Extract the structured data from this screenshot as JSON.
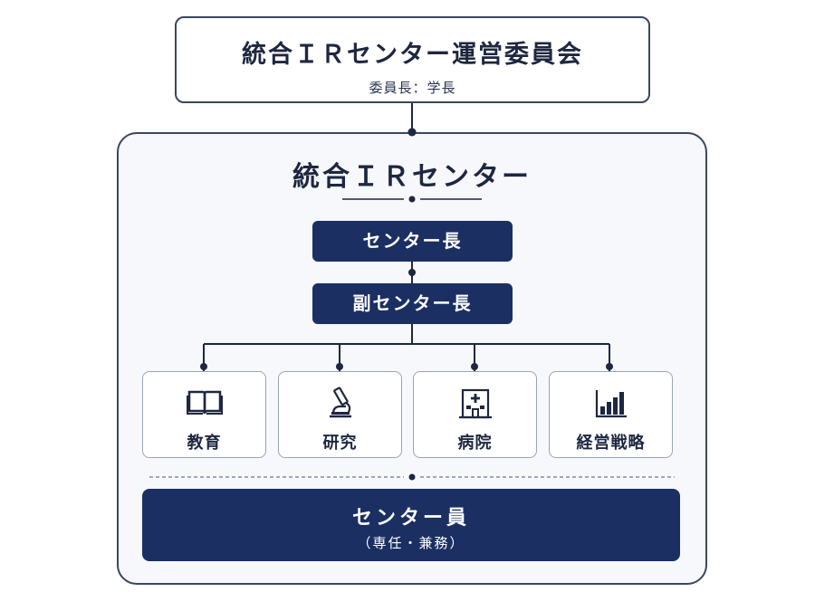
{
  "committee": {
    "title": "統合ＩＲセンター運営委員会",
    "subtitle": "委員長：学長"
  },
  "center": {
    "title": "統合ＩＲセンター",
    "director": "センター長",
    "vice_director": "副センター長",
    "departments": [
      {
        "label": "教育",
        "icon": "book-icon"
      },
      {
        "label": "研究",
        "icon": "microscope-icon"
      },
      {
        "label": "病院",
        "icon": "hospital-icon"
      },
      {
        "label": "経営戦略",
        "icon": "bar-chart-icon"
      }
    ],
    "staff": {
      "title": "センター員",
      "subtitle": "（専任・兼務）"
    }
  },
  "colors": {
    "navy": "#1b2f63",
    "line": "#1e2740"
  }
}
